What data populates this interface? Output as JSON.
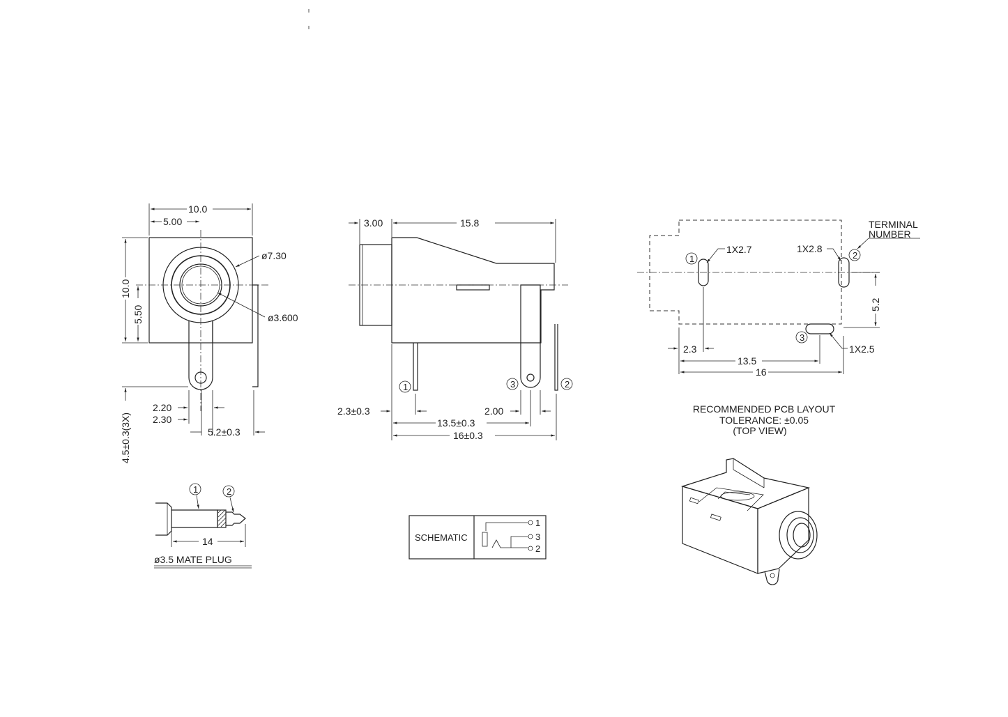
{
  "front_view": {
    "width": "10.0",
    "half_width": "5.00",
    "outer_diameter": "ø7.30",
    "inner_diameter": "ø3.600",
    "height": "10.0",
    "center_height": "5.50",
    "pin_length": "4.5±0.3(3X)",
    "pin_width_a": "2.20",
    "pin_width_b": "2.30",
    "pin_pitch": "5.2±0.3"
  },
  "side_view": {
    "nose_length": "3.00",
    "body_length": "15.8",
    "pin_offset": "2.3±0.3",
    "pin_gap": "2.00",
    "pin_span": "13.5±0.3",
    "overall_length": "16±0.3",
    "terminals": [
      "1",
      "3",
      "2"
    ]
  },
  "pcb_layout": {
    "callout_terminal": "TERMINAL",
    "callout_number": "NUMBER",
    "slot_1": "1X2.7",
    "slot_2": "1X2.8",
    "slot_3": "1X2.5",
    "dim_offset": "2.3",
    "dim_span": "13.5",
    "dim_total": "16",
    "dim_vertical": "5.2",
    "terminals": [
      "1",
      "2",
      "3"
    ],
    "title_line1": "RECOMMENDED  PCB  LAYOUT",
    "title_line2": "TOLERANCE: ±0.05",
    "title_line3": "(TOP  VIEW)"
  },
  "mate_plug": {
    "length": "14",
    "title": "ø3.5  MATE  PLUG",
    "terminals": [
      "1",
      "2"
    ]
  },
  "schematic": {
    "label": "SCHEMATIC",
    "pins": [
      "1",
      "3",
      "2"
    ]
  }
}
